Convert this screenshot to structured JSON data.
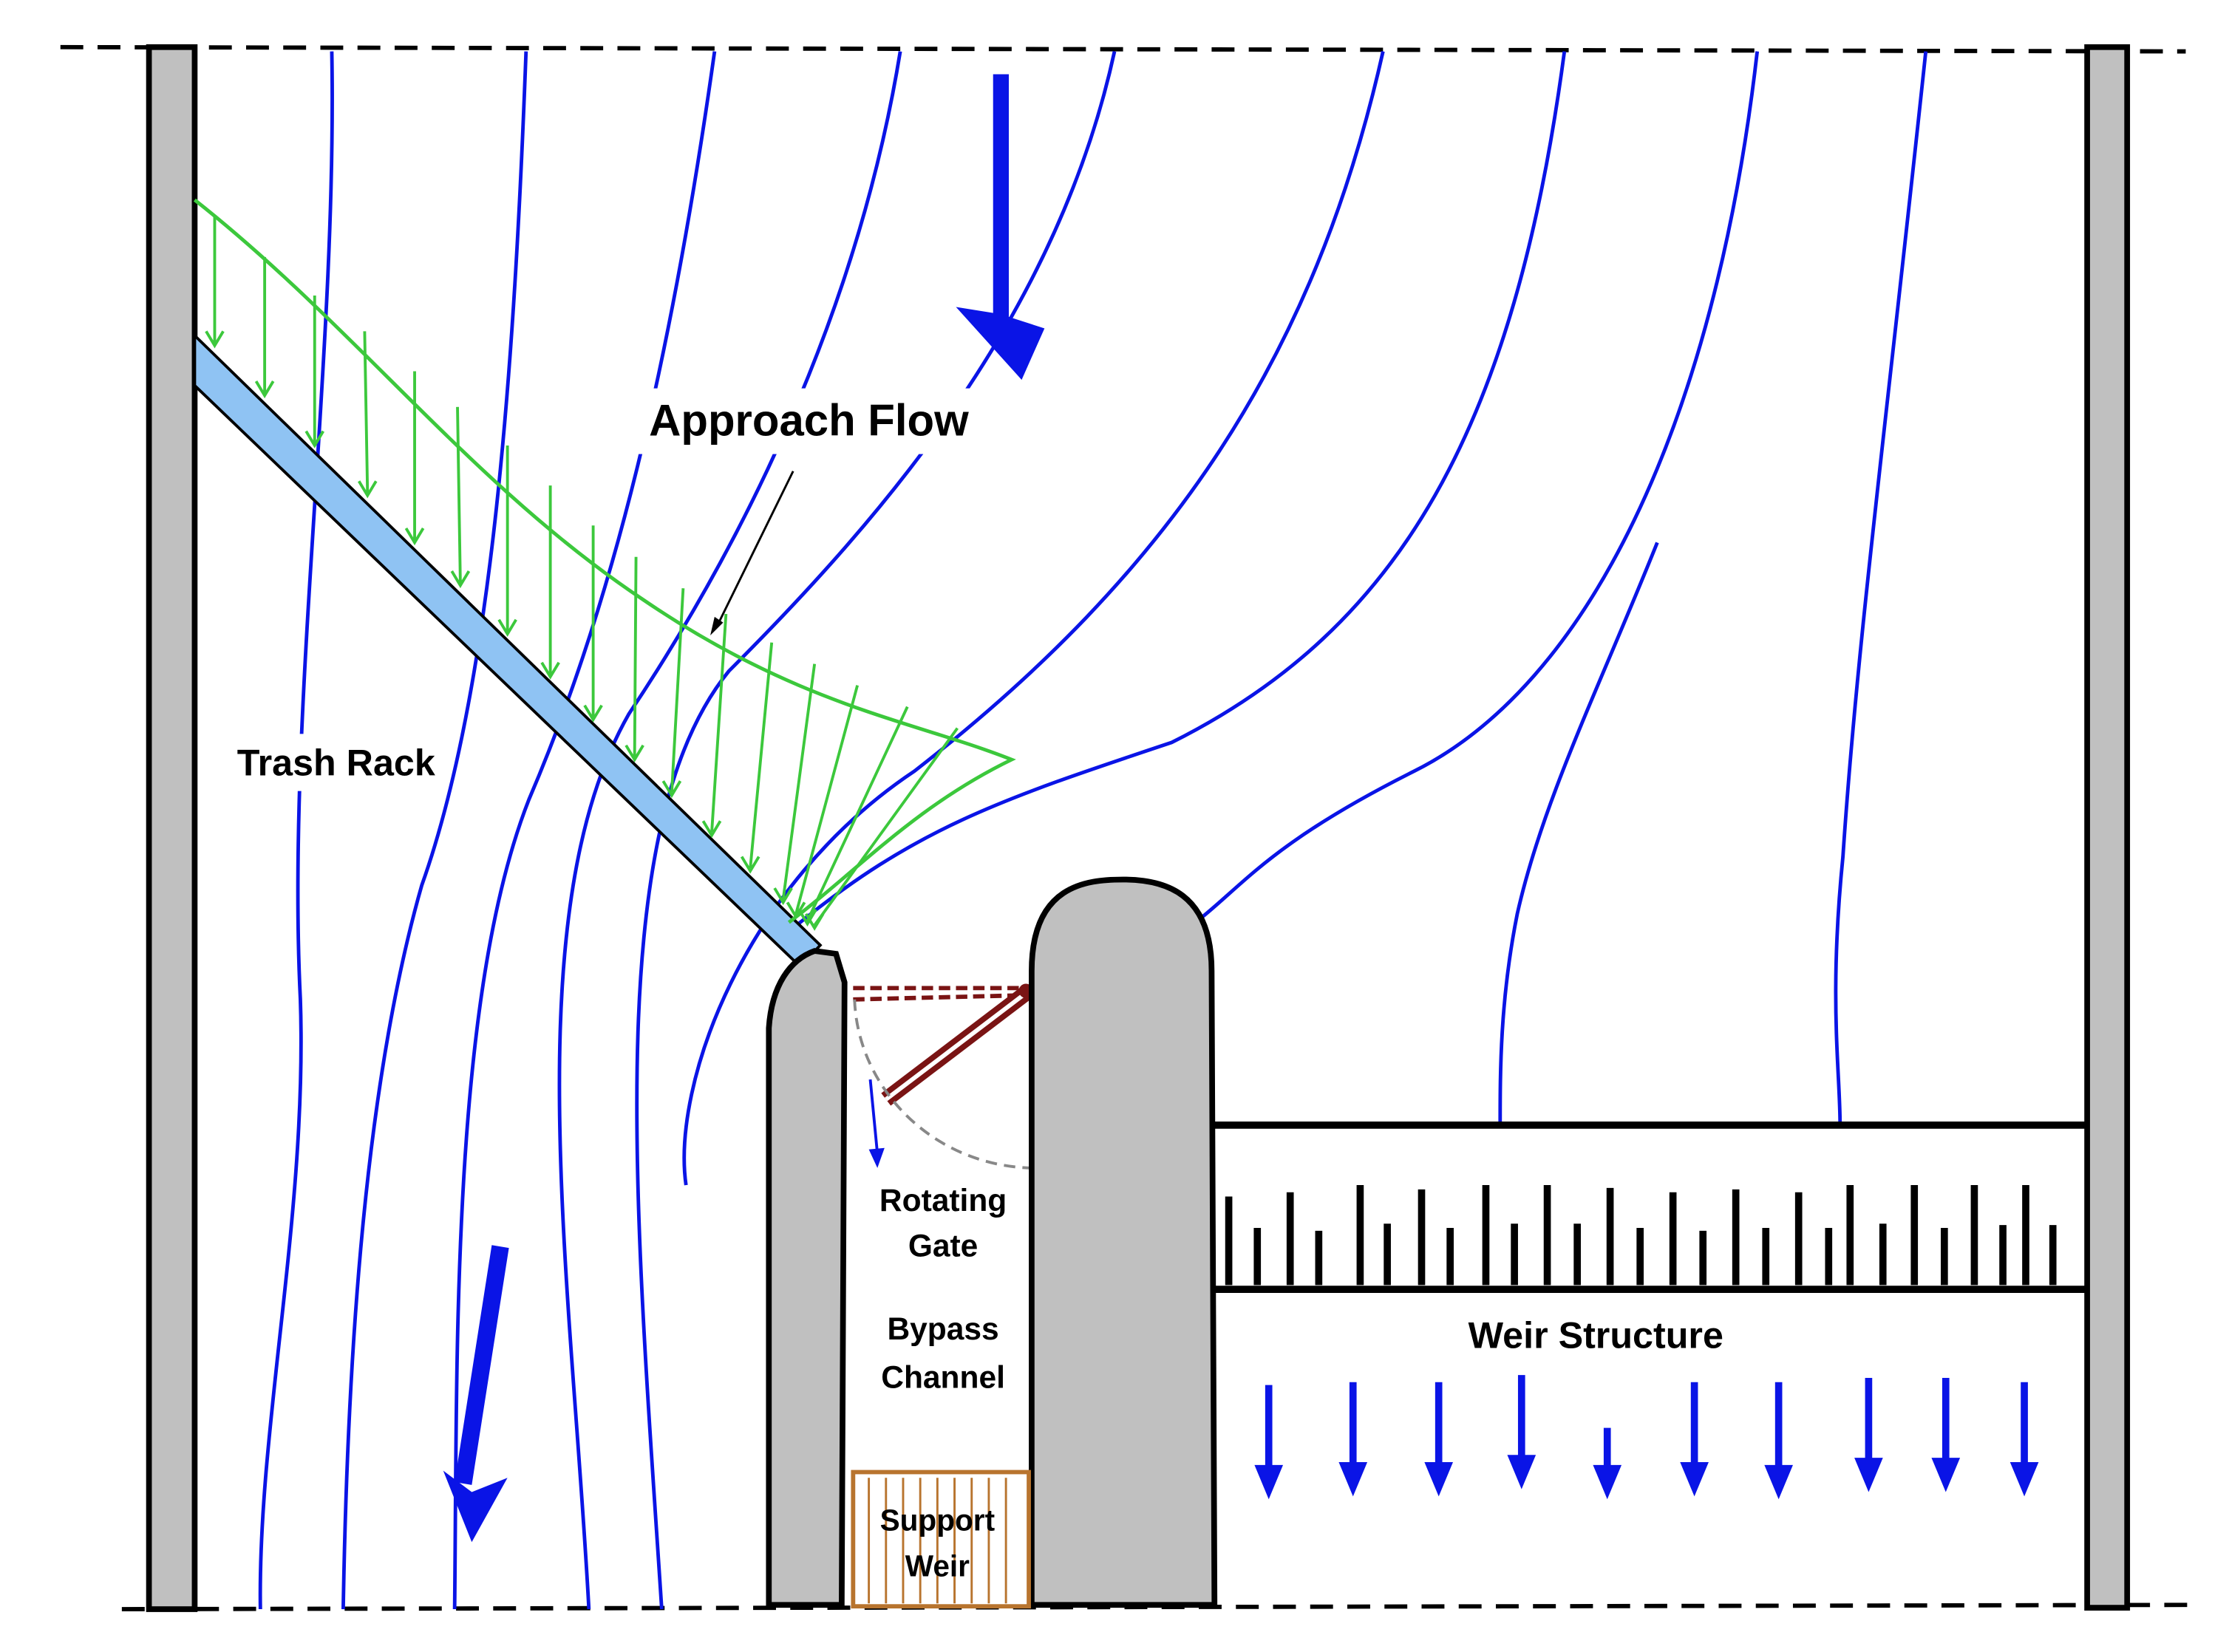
{
  "labels": {
    "approach_flow": "Approach Flow",
    "trash_rack": "Trash Rack",
    "rotating_gate_line1": "Rotating",
    "rotating_gate_line2": "Gate",
    "bypass_line1": "Bypass",
    "bypass_line2": "Channel",
    "support_weir_line1": "Support",
    "support_weir_line2": "Weir",
    "weir_structure": "Weir Structure"
  },
  "colors": {
    "streamline": "#0a14e6",
    "flow_arrow": "#0a14e6",
    "trash_rack": "#8fc3f3",
    "velocity_profile": "#3cc83c",
    "wall": "#c0c0c0",
    "gate": "#7a1414",
    "support_weir": "#b8742e"
  },
  "icons": {
    "flow_arrow": "arrow-down-icon",
    "gate_rotation": "rotation-path-icon"
  }
}
